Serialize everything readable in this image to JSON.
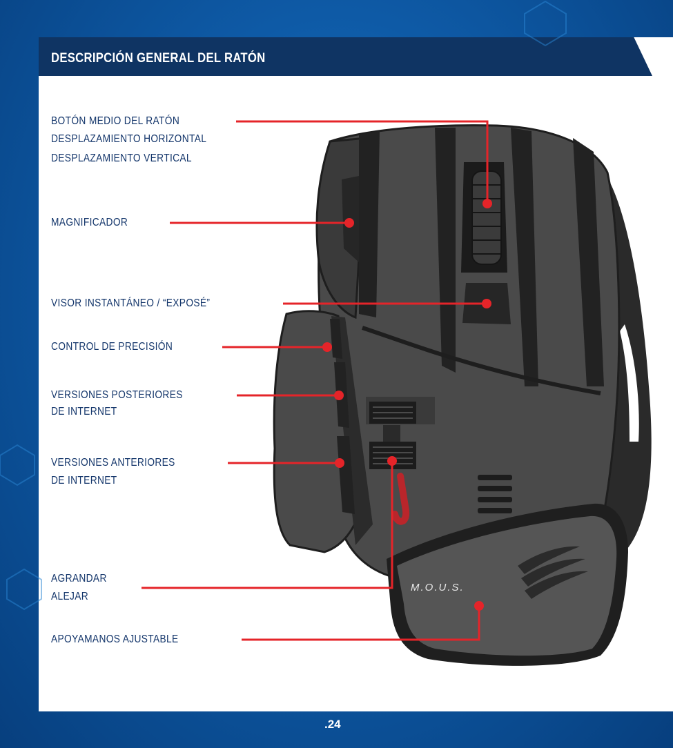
{
  "header": {
    "title": "DESCRIPCIÓN GENERAL DEL RATÓN"
  },
  "labels": {
    "middle_button": "BOTÓN MEDIO DEL RATÓN",
    "horizontal_scroll": "DESPLAZAMIENTO HORIZONTAL",
    "vertical_scroll": "DESPLAZAMIENTO VERTICAL",
    "magnifier": "MAGNIFICADOR",
    "expose": "VISOR INSTANTÁNEO / “EXPOSÉ”",
    "precision": "CONTROL DE PRECISIÓN",
    "forward_line1": "VERSIONES POSTERIORES",
    "forward_line2": "DE INTERNET",
    "back_line1": "VERSIONES ANTERIORES",
    "back_line2": "DE INTERNET",
    "zoom_in": "AGRANDAR",
    "zoom_out": "ALEJAR",
    "palm_rest": "APOYAMANOS AJUSTABLE"
  },
  "mouse": {
    "logo": "M.O.U.S."
  },
  "footer": {
    "page_number": ".24"
  },
  "colors": {
    "background": "#0e5aa6",
    "header": "#0f3463",
    "label_text": "#14366b",
    "leader_line": "#e52429",
    "mouse_body": "#4a4a4a",
    "mouse_dark": "#232323"
  }
}
